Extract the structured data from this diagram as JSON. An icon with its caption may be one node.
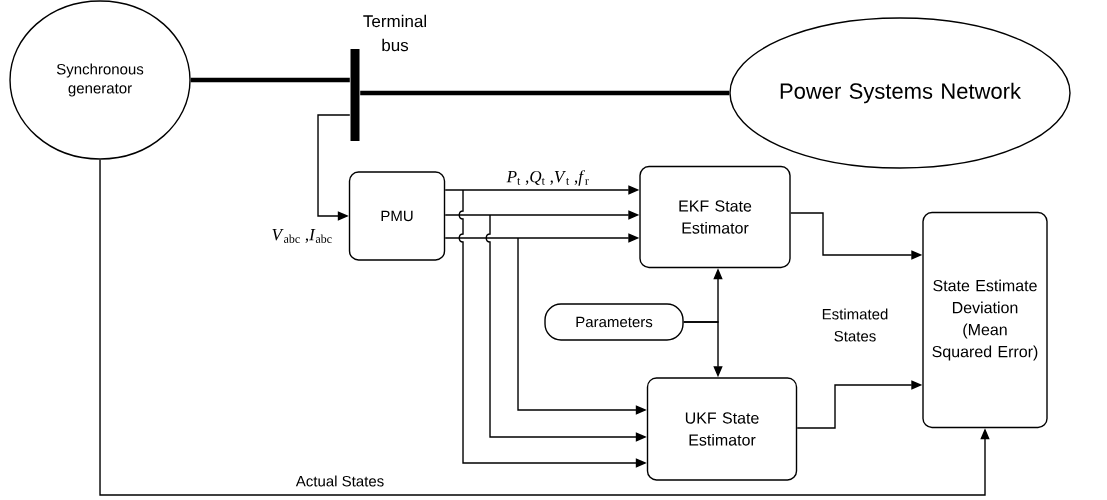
{
  "diagram": {
    "nodes": [
      {
        "text": [
          "Synchronous generator"
        ]
      },
      {
        "text": [
          "Terminal bus"
        ]
      },
      {
        "text": [
          "Power Systems Network"
        ]
      },
      {
        "text": [
          "PMU"
        ]
      },
      {
        "text": [
          "EKF State Estimator"
        ]
      },
      {
        "text": [
          "Parameters"
        ]
      },
      {
        "text": [
          "UKF State Estimator"
        ]
      },
      {
        "text": [
          "State Estimate Deviation (Mean Squared Error)"
        ]
      }
    ],
    "edges": [
      {
        "from": 0,
        "to": 1,
        "arrow": "none",
        "style": "thick"
      },
      {
        "from": 1,
        "to": 2,
        "arrow": "none",
        "style": "thick"
      },
      {
        "from": 1,
        "to": 3,
        "arrow": "to",
        "label": "*V*$_{abc}$ ,*I*$_{abc}$"
      },
      {
        "from": 3,
        "to": 4,
        "arrow": "to",
        "label": "*P*$_{t}$ ,*Q*$_{t}$ ,*V*$_{t}$ ,*f*$_{r}$"
      },
      {
        "from": 3,
        "to": 4,
        "arrow": "to"
      },
      {
        "from": 3,
        "to": 4,
        "arrow": "to"
      },
      {
        "from": 3,
        "to": 6,
        "arrow": "to"
      },
      {
        "from": 3,
        "to": 6,
        "arrow": "to"
      },
      {
        "from": 3,
        "to": 6,
        "arrow": "to"
      },
      {
        "from": 5,
        "to": 4,
        "arrow": "to"
      },
      {
        "from": 5,
        "to": 6,
        "arrow": "to"
      },
      {
        "from": 4,
        "to": 7,
        "arrow": "to"
      },
      {
        "from": 6,
        "to": 7,
        "arrow": "to"
      },
      {
        "from": 0,
        "to": 7,
        "arrow": "to",
        "label": "Actual States"
      }
    ],
    "labels": [
      "Estimated States"
    ]
  }
}
